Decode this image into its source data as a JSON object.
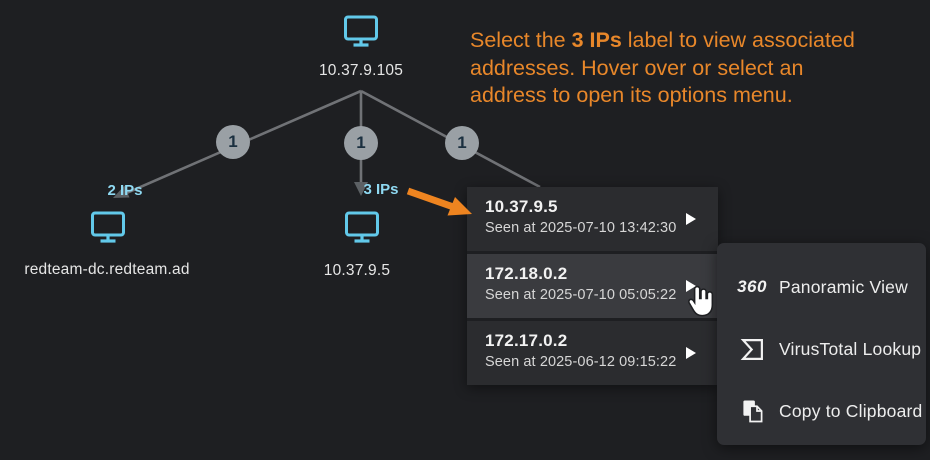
{
  "instruction": {
    "line1_pre": "Select the ",
    "line1_bold": "3 IPs",
    "line1_post": " label to view associated",
    "line2": "addresses. Hover over or select an",
    "line3": "address to open its options menu."
  },
  "tree": {
    "root": {
      "label": "10.37.9.105"
    },
    "edges": [
      {
        "badge": "1"
      },
      {
        "badge": "1"
      },
      {
        "badge": "1"
      }
    ],
    "children": [
      {
        "ips_label": "2 IPs",
        "label": "redteam-dc.redteam.ad"
      },
      {
        "ips_label": "3 IPs",
        "label": "10.37.9.5"
      }
    ]
  },
  "ip_menu": {
    "items": [
      {
        "ip": "10.37.9.5",
        "seen": "Seen at 2025-07-10 13:42:30",
        "hovered": false
      },
      {
        "ip": "172.18.0.2",
        "seen": "Seen at 2025-07-10 05:05:22",
        "hovered": true
      },
      {
        "ip": "172.17.0.2",
        "seen": "Seen at 2025-06-12 09:15:22",
        "hovered": false
      }
    ]
  },
  "sub_menu": {
    "items": [
      {
        "icon": "panoramic-360-icon",
        "icon_text": "360",
        "label": "Panoramic View"
      },
      {
        "icon": "virustotal-icon",
        "label": "VirusTotal Lookup"
      },
      {
        "icon": "copy-icon",
        "label": "Copy to Clipboard"
      }
    ]
  },
  "colors": {
    "background": "#1e1f22",
    "accent_orange": "#e8872a",
    "arrow_orange": "#ee8420",
    "node_cyan": "#62c9ea",
    "ips_label_cyan": "#8fd9f2",
    "edge_gray": "#707276",
    "badge_gray": "#9aa0a5",
    "menu_row": "#2b2c2f",
    "menu_row_hover": "#3a3b3f",
    "submenu": "#2f3034"
  }
}
